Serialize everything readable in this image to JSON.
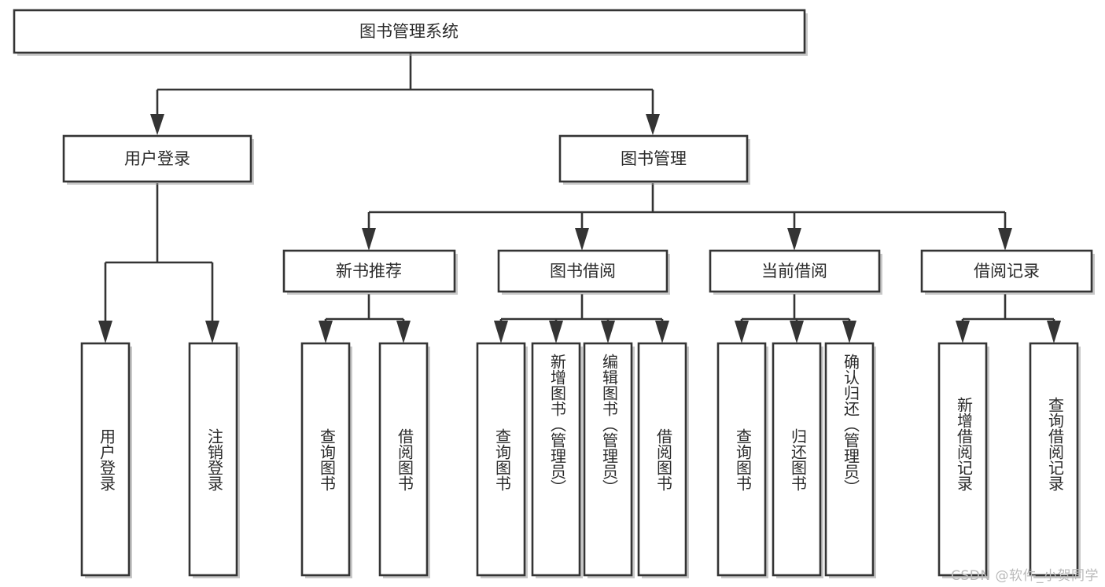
{
  "diagram": {
    "type": "tree",
    "title": "图书管理系统",
    "watermark": "CSDN @软件_小贺同学",
    "colors": {
      "stroke": "#343434",
      "fill": "#ffffff",
      "text": "#2b2b2b",
      "watermark": "#b9b9b9"
    },
    "nodes": {
      "root": {
        "label": "图书管理系统",
        "level": 0,
        "orientation": "horizontal"
      },
      "l1": [
        {
          "id": "user-login",
          "label": "用户登录",
          "orientation": "horizontal"
        },
        {
          "id": "book-management",
          "label": "图书管理",
          "orientation": "horizontal"
        }
      ],
      "l2": [
        {
          "id": "new-book-recommend",
          "label": "新书推荐",
          "orientation": "horizontal",
          "parent": "book-management"
        },
        {
          "id": "book-borrow",
          "label": "图书借阅",
          "orientation": "horizontal",
          "parent": "book-management"
        },
        {
          "id": "current-borrow",
          "label": "当前借阅",
          "orientation": "horizontal",
          "parent": "book-management"
        },
        {
          "id": "borrow-record",
          "label": "借阅记录",
          "orientation": "horizontal",
          "parent": "book-management"
        }
      ],
      "leaves": [
        {
          "id": "leaf-user-login",
          "label": "用户登录",
          "orientation": "vertical",
          "parent": "user-login"
        },
        {
          "id": "leaf-logout",
          "label": "注销登录",
          "orientation": "vertical",
          "parent": "user-login"
        },
        {
          "id": "leaf-query-book-1",
          "label": "查询图书",
          "orientation": "vertical",
          "parent": "new-book-recommend"
        },
        {
          "id": "leaf-borrow-book-1",
          "label": "借阅图书",
          "orientation": "vertical",
          "parent": "new-book-recommend"
        },
        {
          "id": "leaf-query-book-2",
          "label": "查询图书",
          "orientation": "vertical",
          "parent": "book-borrow"
        },
        {
          "id": "leaf-add-book",
          "label": "新增图书（管理员）",
          "orientation": "vertical",
          "parent": "book-borrow"
        },
        {
          "id": "leaf-edit-book",
          "label": "编辑图书（管理员）",
          "orientation": "vertical",
          "parent": "book-borrow"
        },
        {
          "id": "leaf-borrow-book-2",
          "label": "借阅图书",
          "orientation": "vertical",
          "parent": "book-borrow"
        },
        {
          "id": "leaf-query-book-3",
          "label": "查询图书",
          "orientation": "vertical",
          "parent": "current-borrow"
        },
        {
          "id": "leaf-return-book",
          "label": "归还图书",
          "orientation": "vertical",
          "parent": "current-borrow"
        },
        {
          "id": "leaf-confirm-return",
          "label": "确认归还（管理员）",
          "orientation": "vertical",
          "parent": "current-borrow"
        },
        {
          "id": "leaf-add-record",
          "label": "新增借阅记录",
          "orientation": "vertical",
          "parent": "borrow-record"
        },
        {
          "id": "leaf-query-record",
          "label": "查询借阅记录",
          "orientation": "vertical",
          "parent": "borrow-record"
        }
      ]
    }
  }
}
